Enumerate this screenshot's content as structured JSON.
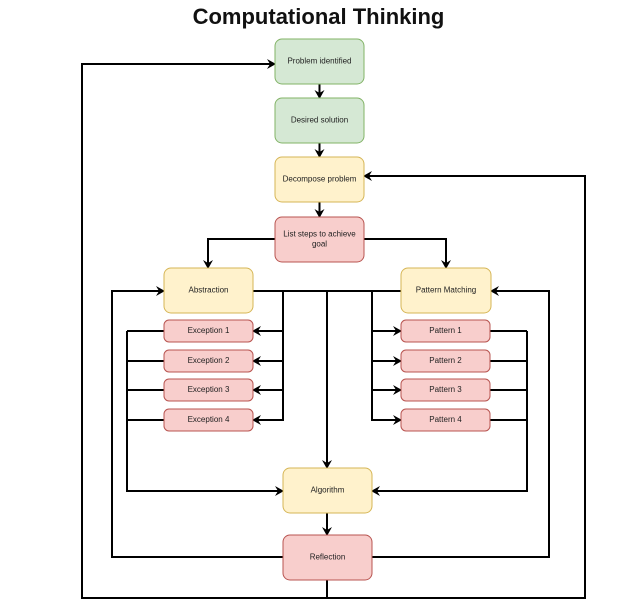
{
  "title": "Computational Thinking",
  "colors": {
    "green": {
      "fill": "#d5e8d4",
      "stroke": "#82b366"
    },
    "yellow": {
      "fill": "#fff2cc",
      "stroke": "#d6b656"
    },
    "red": {
      "fill": "#f8cecc",
      "stroke": "#b85450"
    },
    "edge": "#000000"
  },
  "nodes": {
    "problem": {
      "label": "Problem identified",
      "color": "green"
    },
    "desired": {
      "label": "Desired solution",
      "color": "green"
    },
    "decompose": {
      "label": "Decompose problem",
      "color": "yellow"
    },
    "liststeps": {
      "label": [
        "List steps to achieve",
        "goal"
      ],
      "color": "red"
    },
    "abstraction": {
      "label": "Abstraction",
      "color": "yellow"
    },
    "pattern": {
      "label": "Pattern Matching",
      "color": "yellow"
    },
    "exc1": {
      "label": "Exception 1",
      "color": "red"
    },
    "exc2": {
      "label": "Exception 2",
      "color": "red"
    },
    "exc3": {
      "label": "Exception 3",
      "color": "red"
    },
    "exc4": {
      "label": "Exception 4",
      "color": "red"
    },
    "pat1": {
      "label": "Pattern 1",
      "color": "red"
    },
    "pat2": {
      "label": "Pattern 2",
      "color": "red"
    },
    "pat3": {
      "label": "Pattern 3",
      "color": "red"
    },
    "pat4": {
      "label": "Pattern 4",
      "color": "red"
    },
    "algorithm": {
      "label": "Algorithm",
      "color": "yellow"
    },
    "reflection": {
      "label": "Reflection",
      "color": "red"
    }
  },
  "edges": [
    {
      "from": "problem",
      "to": "desired"
    },
    {
      "from": "desired",
      "to": "decompose"
    },
    {
      "from": "decompose",
      "to": "liststeps"
    },
    {
      "from": "liststeps",
      "to": "abstraction"
    },
    {
      "from": "liststeps",
      "to": "pattern"
    },
    {
      "from": "abstraction",
      "to": "exc1"
    },
    {
      "from": "abstraction",
      "to": "exc2"
    },
    {
      "from": "abstraction",
      "to": "exc3"
    },
    {
      "from": "abstraction",
      "to": "exc4"
    },
    {
      "from": "pattern",
      "to": "pat1"
    },
    {
      "from": "pattern",
      "to": "pat2"
    },
    {
      "from": "pattern",
      "to": "pat3"
    },
    {
      "from": "pattern",
      "to": "pat4"
    },
    {
      "from": "abstraction",
      "to": "algorithm"
    },
    {
      "from": "exc1",
      "to": "algorithm"
    },
    {
      "from": "exc2",
      "to": "algorithm"
    },
    {
      "from": "exc3",
      "to": "algorithm"
    },
    {
      "from": "exc4",
      "to": "algorithm"
    },
    {
      "from": "pat1",
      "to": "algorithm"
    },
    {
      "from": "pat2",
      "to": "algorithm"
    },
    {
      "from": "pat3",
      "to": "algorithm"
    },
    {
      "from": "pat4",
      "to": "algorithm"
    },
    {
      "from": "algorithm",
      "to": "reflection"
    },
    {
      "from": "reflection",
      "to": "abstraction"
    },
    {
      "from": "reflection",
      "to": "pattern"
    },
    {
      "from": "reflection",
      "to": "problem"
    },
    {
      "from": "reflection",
      "to": "decompose"
    }
  ]
}
